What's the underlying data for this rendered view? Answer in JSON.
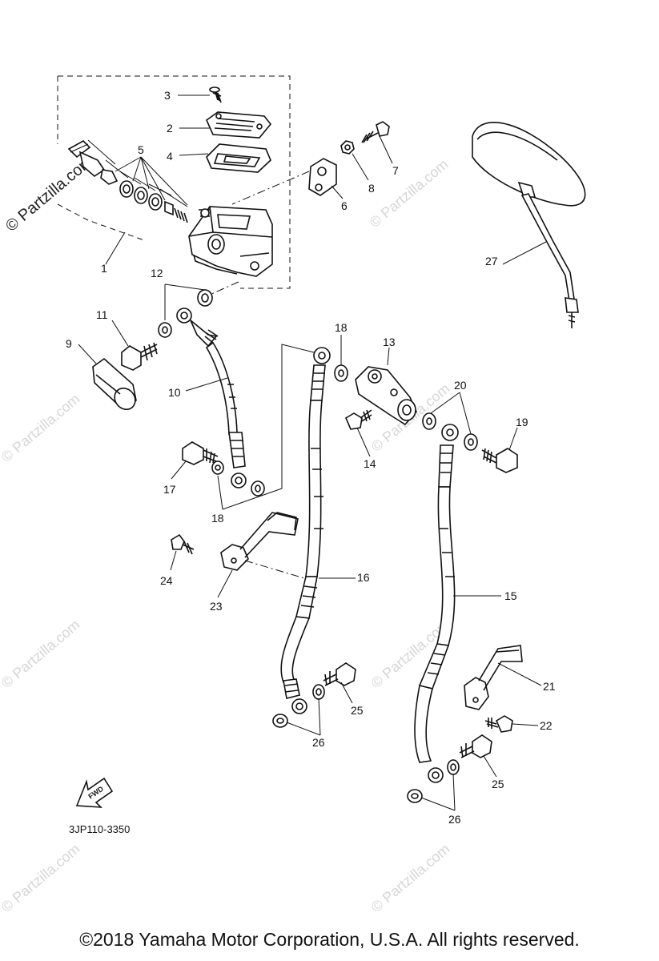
{
  "watermarks": {
    "dark": "© Partzilla.com",
    "light": "© Partzilla.com"
  },
  "diagram": {
    "code": "3JP110-3350",
    "fwd": "FWD",
    "labels": {
      "p1": "1",
      "p2": "2",
      "p3": "3",
      "p4": "4",
      "p5": "5",
      "p6": "6",
      "p7": "7",
      "p8": "8",
      "p9": "9",
      "p10": "10",
      "p11": "11",
      "p12": "12",
      "p13": "13",
      "p14": "14",
      "p15": "15",
      "p16": "16",
      "p17": "17",
      "p18a": "18",
      "p18b": "18",
      "p19": "19",
      "p20": "20",
      "p21": "21",
      "p22": "22",
      "p23": "23",
      "p24": "24",
      "p25a": "25",
      "p25b": "25",
      "p26a": "26",
      "p26b": "26",
      "p27": "27"
    }
  },
  "footer": {
    "copyright": "©2018  Yamaha Motor Corporation, U.S.A. All rights reserved."
  }
}
